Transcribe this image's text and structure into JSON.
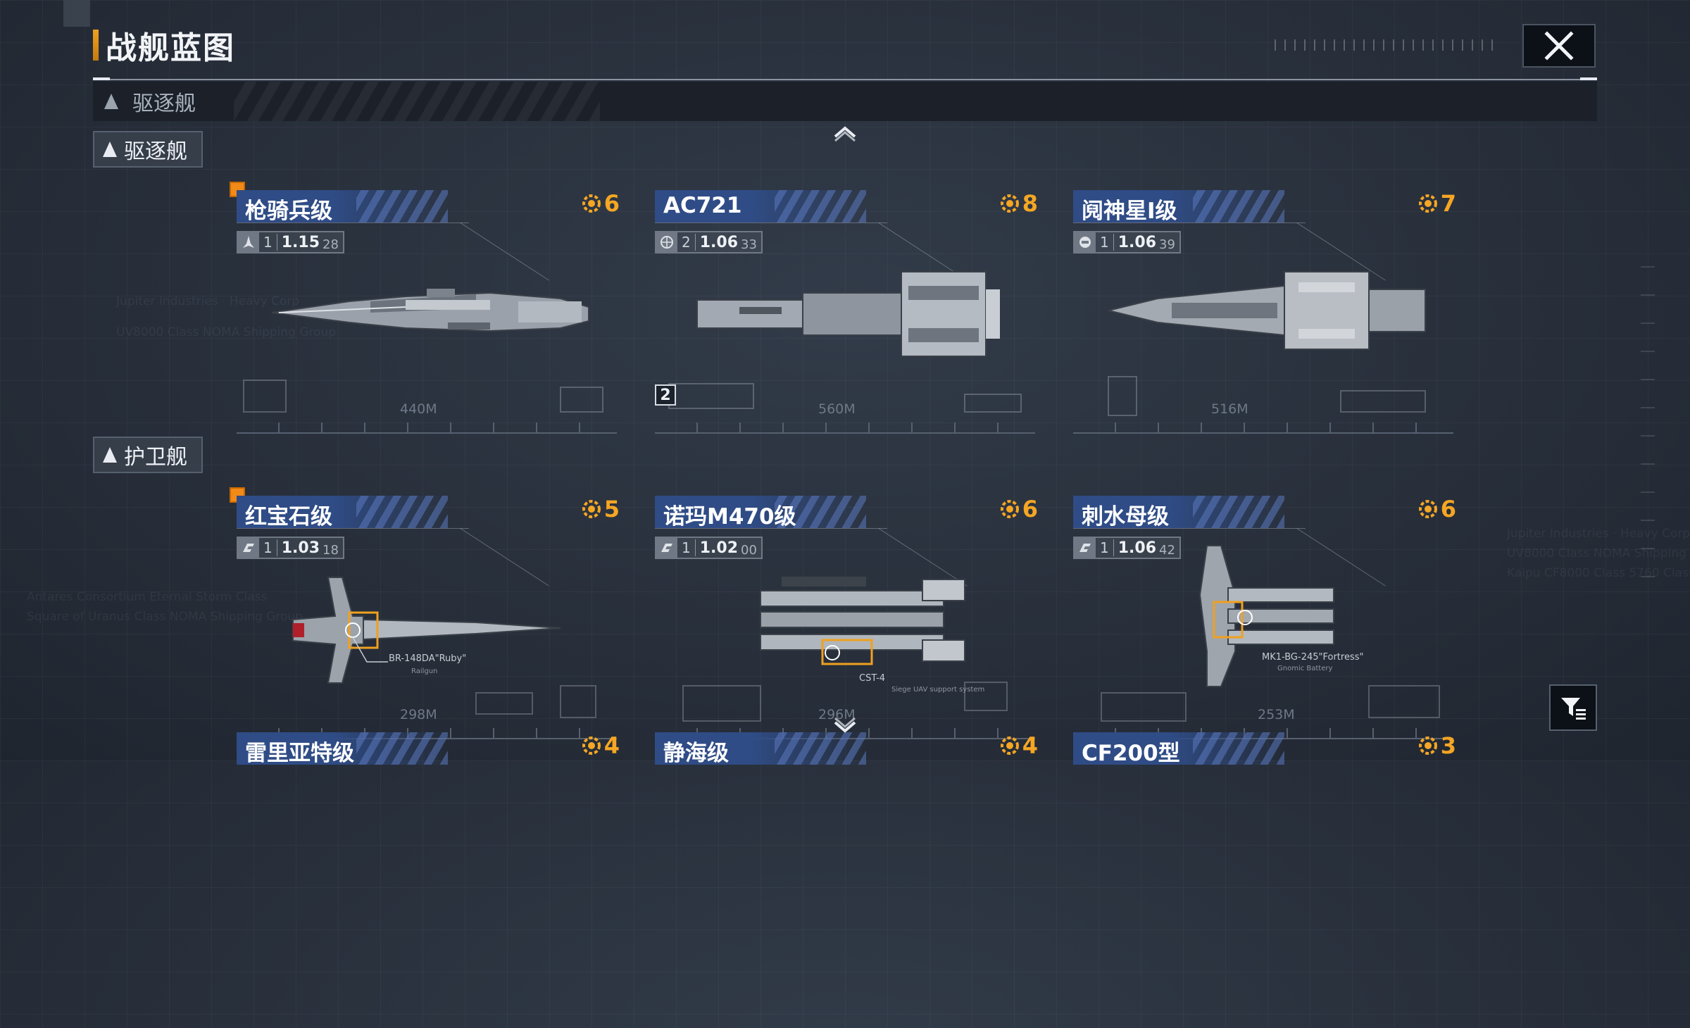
{
  "header": {
    "title": "战舰蓝图"
  },
  "category": {
    "label": "驱逐舰"
  },
  "sections": [
    {
      "label": "驱逐舰"
    },
    {
      "label": "护卫舰"
    }
  ],
  "ships": [
    {
      "name": "枪骑兵级",
      "cost": "6",
      "count": "1",
      "value": "1.15",
      "sub": "28",
      "length": "440M",
      "selected": true,
      "icon": "missile-icon"
    },
    {
      "name": "AC721",
      "cost": "8",
      "count": "2",
      "value": "1.06",
      "sub": "33",
      "length": "560M",
      "selected": false,
      "icon": "globe-icon",
      "level": "2"
    },
    {
      "name": "阋神星I级",
      "cost": "7",
      "count": "1",
      "value": "1.06",
      "sub": "39",
      "length": "516M",
      "selected": false,
      "icon": "faction-icon"
    },
    {
      "name": "红宝石级",
      "cost": "5",
      "count": "1",
      "value": "1.03",
      "sub": "18",
      "length": "298M",
      "selected": true,
      "icon": "brand-icon",
      "weapon": "BR-148DA\"Ruby\"",
      "weapon_sub": "Railgun"
    },
    {
      "name": "诺玛M470级",
      "cost": "6",
      "count": "1",
      "value": "1.02",
      "sub": "00",
      "length": "296M",
      "selected": false,
      "icon": "brand-icon",
      "weapon": "CST-4",
      "weapon_sub": "Siege UAV support system"
    },
    {
      "name": "刺水母级",
      "cost": "6",
      "count": "1",
      "value": "1.06",
      "sub": "42",
      "length": "253M",
      "selected": false,
      "icon": "brand-icon",
      "weapon": "MK1-BG-245\"Fortress\"",
      "weapon_sub": "Gnomic Battery"
    },
    {
      "name": "雷里亚特级",
      "cost": "4"
    },
    {
      "name": "静海级",
      "cost": "4"
    },
    {
      "name": "CF200型",
      "cost": "3"
    }
  ],
  "colors": {
    "accent": "#f28a18",
    "cost": "#f5a623",
    "name_bar": "#2f4c86",
    "background": "#29313d"
  }
}
